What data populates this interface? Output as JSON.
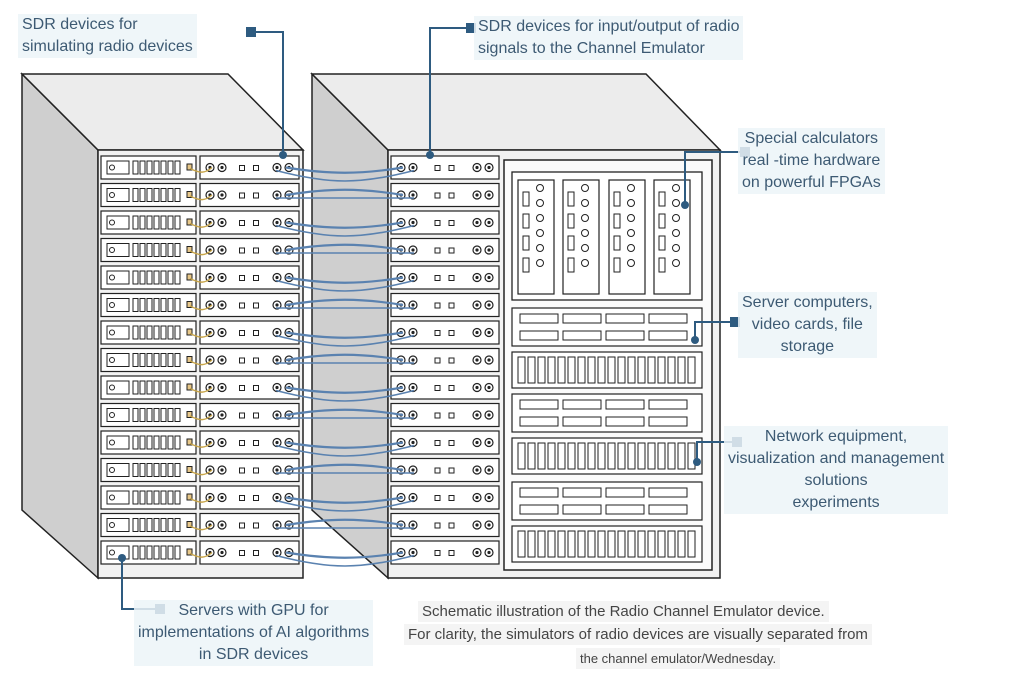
{
  "labels": {
    "sdr_sim": [
      "SDR devices for",
      "simulating radio devices"
    ],
    "sdr_io": [
      "SDR devices for input/output of radio",
      "signals to the Channel Emulator"
    ],
    "fpga": [
      "Special calculators",
      "real -time hardware",
      "on powerful FPGAs"
    ],
    "servers": [
      "Server computers,",
      "video cards, file",
      "storage"
    ],
    "network": [
      "Network equipment,",
      "visualization and management",
      "solutions",
      "experiments"
    ],
    "gpu": [
      "Servers with GPU for",
      "implementations of AI algorithms",
      "in SDR devices"
    ]
  },
  "caption": {
    "line1": "Schematic illustration of the Radio Channel Emulator device.",
    "line2": "For clarity, the simulators of radio devices are visually separated from",
    "line3": "the channel emulator/Wednesday."
  },
  "colors": {
    "leader": "#2e5b80",
    "cable": "#5a82b0",
    "cabinet_side": "#d2d2d2",
    "cabinet_top": "#ececec"
  }
}
